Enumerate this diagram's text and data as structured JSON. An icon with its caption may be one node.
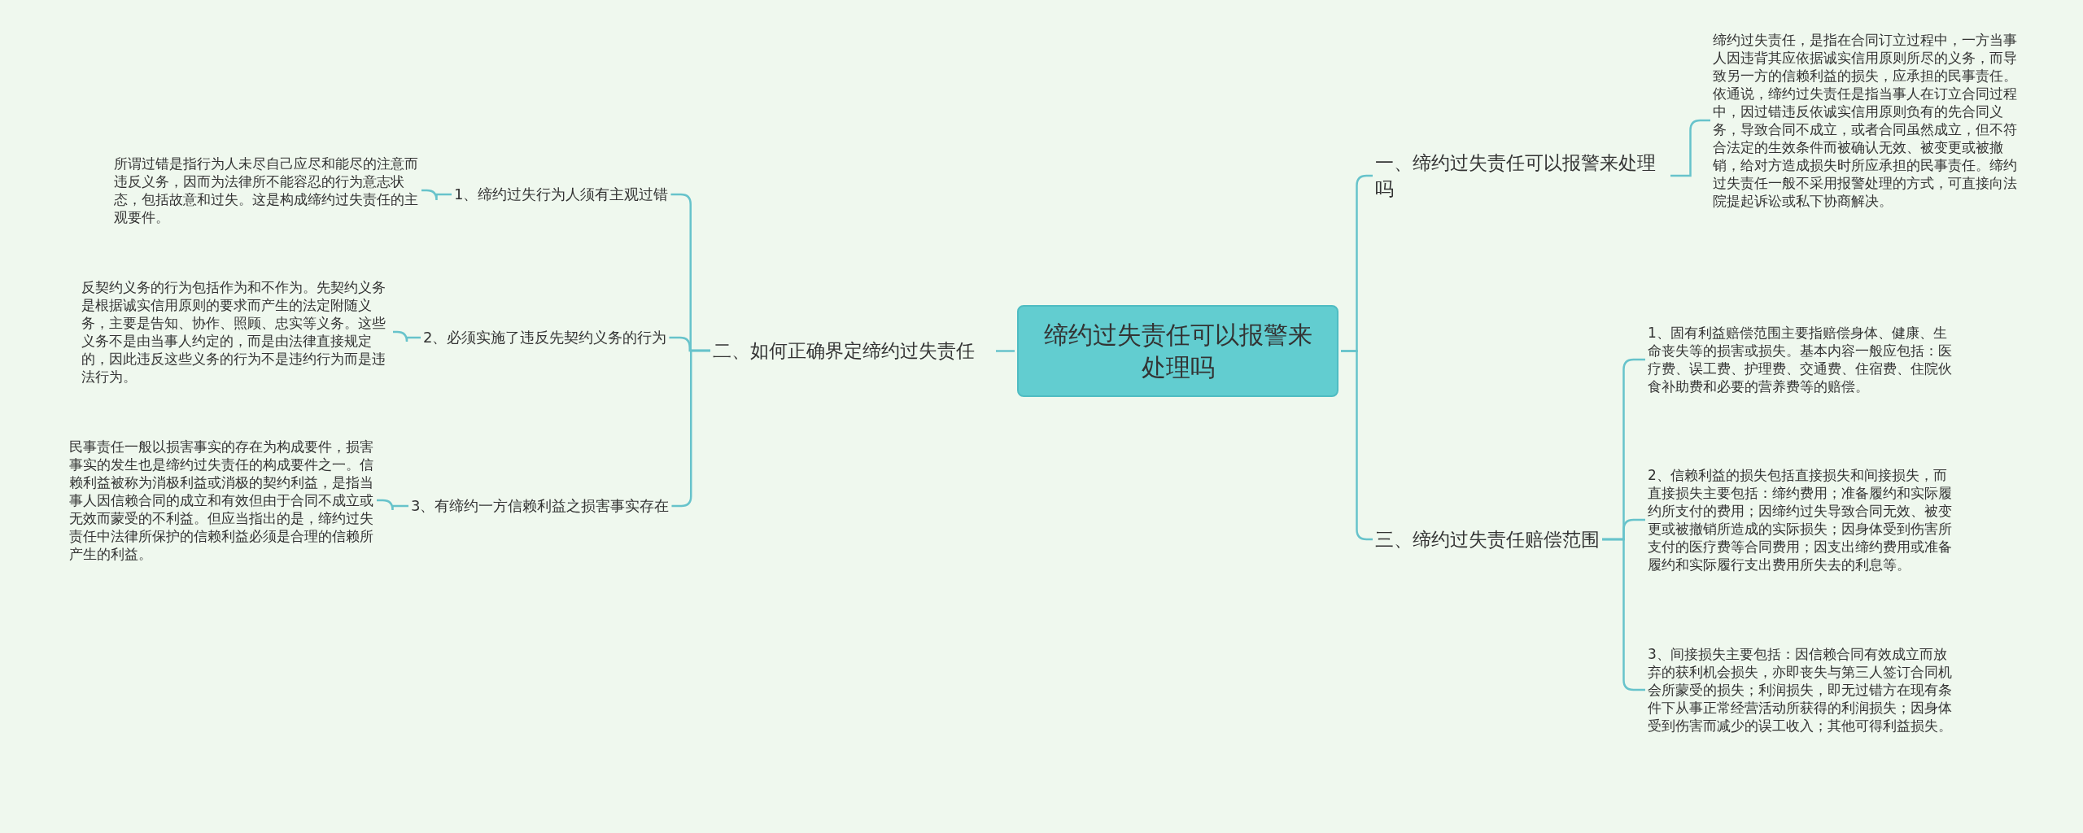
{
  "diagram": {
    "nodes": [
      {
        "text": [
          "缔约过失责任可以报警来处理吗"
        ]
      },
      {
        "text": [
          "二、如何正确界定缔约过失责任"
        ]
      },
      {
        "text": [
          "1、缔约过失行为人须有主观过错"
        ]
      },
      {
        "text": [
          "所谓过错是指行为人未尽自己应尽和能尽的注意而违反义务，因而为法律所不能容忍的行为意志状态，包括故意和过失。这是构成缔约过失责任的主观要件。"
        ]
      },
      {
        "text": [
          "2、必须实施了违反先契约义务的行为"
        ]
      },
      {
        "text": [
          "反契约义务的行为包括作为和不作为。先契约义务是根据诚实信用原则的要求而产生的法定附随义务，主要是告知、协作、照顾、忠实等义务。这些义务不是由当事人约定的，而是由法律直接规定的，因此违反这些义务的行为不是违约行为而是违法行为。"
        ]
      },
      {
        "text": [
          "3、有缔约一方信赖利益之损害事实存在"
        ]
      },
      {
        "text": [
          "民事责任一般以损害事实的存在为构成要件，损害事实的发生也是缔约过失责任的构成要件之一。信赖利益被称为消极利益或消极的契约利益，是指当事人因信赖合同的成立和有效但由于合同不成立或无效而蒙受的不利益。但应当指出的是，缔约过失责任中法律所保护的信赖利益必须是合理的信赖所产生的利益。"
        ]
      },
      {
        "text": [
          "一、缔约过失责任可以报警来处理吗"
        ]
      },
      {
        "text": [
          "缔约过失责任，是指在合同订立过程中，一方当事人因违背其应依据诚实信用原则所尽的义务，而导致另一方的信赖利益的损失，应承担的民事责任。依通说，缔约过失责任是指当事人在订立合同过程中，因过错违反依诚实信用原则负有的先合同义务，导致合同不成立，或者合同虽然成立，但不符合法定的生效条件而被确认无效、被变更或被撤销，给对方造成损失时所应承担的民事责任。缔约过失责任一般不采用报警处理的方式，可直接向法院提起诉讼或私下协商解决。"
        ]
      },
      {
        "text": [
          "三、缔约过失责任赔偿范围"
        ]
      },
      {
        "text": [
          "1、固有利益赔偿范围主要指赔偿身体、健康、生命丧失等的损害或损失。基本内容一般应包括：医疗费、误工费、护理费、交通费、住宿费、住院伙食补助费和必要的营养费等的赔偿。"
        ]
      },
      {
        "text": [
          "2、信赖利益的损失包括直接损失和间接损失，而直接损失主要包括：缔约费用；准备履约和实际履约所支付的费用；因缔约过失导致合同无效、被变更或被撤销所造成的实际损失；因身体受到伤害所支付的医疗费等合同费用；因支出缔约费用或准备履约和实际履行支出费用所失去的利息等。"
        ]
      },
      {
        "text": [
          "3、间接损失主要包括：因信赖合同有效成立而放弃的获利机会损失，亦即丧失与第三人签订合同机会所蒙受的损失；利润损失，即无过错方在现有条件下从事正常经营活动所获得的利润损失；因身体受到伤害而减少的误工收入；其他可得利益损失。"
        ]
      }
    ],
    "edges": [
      {
        "from": 0,
        "to": 1,
        "arrow": "none"
      },
      {
        "from": 1,
        "to": 2,
        "arrow": "none"
      },
      {
        "from": 2,
        "to": 3,
        "arrow": "none"
      },
      {
        "from": 1,
        "to": 4,
        "arrow": "none"
      },
      {
        "from": 4,
        "to": 5,
        "arrow": "none"
      },
      {
        "from": 1,
        "to": 6,
        "arrow": "none"
      },
      {
        "from": 6,
        "to": 7,
        "arrow": "none"
      },
      {
        "from": 0,
        "to": 8,
        "arrow": "none"
      },
      {
        "from": 8,
        "to": 9,
        "arrow": "none"
      },
      {
        "from": 0,
        "to": 10,
        "arrow": "none"
      },
      {
        "from": 10,
        "to": 11,
        "arrow": "none"
      },
      {
        "from": 10,
        "to": 12,
        "arrow": "none"
      },
      {
        "from": 10,
        "to": 13,
        "arrow": "none"
      }
    ]
  }
}
